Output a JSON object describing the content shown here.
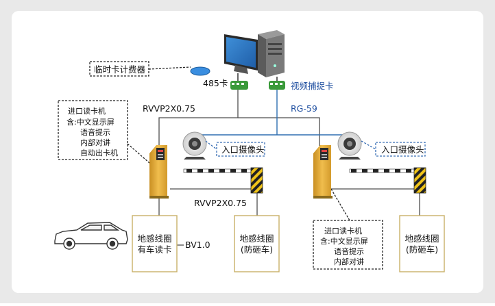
{
  "labels": {
    "temp_card_counter": "临时卡计费器",
    "card485": "485卡",
    "video_capture_card": "视频捕捉卡",
    "rvvp_top": "RVVP2X0.75",
    "rg59": "RG-59",
    "rvvp_mid": "RVVP2X0.75",
    "bv": "BV1.0"
  },
  "entrance_reader_left": {
    "title": "进口读卡机",
    "lines": [
      "含:中文显示屏",
      "语音提示",
      "内部对讲",
      "自动出卡机"
    ]
  },
  "entrance_reader_right": {
    "title": "进口读卡机",
    "lines": [
      "含:中文显示屏",
      "语音提示",
      "内部对讲"
    ]
  },
  "cameras": {
    "left": "入口摄像头",
    "right": "入口摄像头"
  },
  "loops": {
    "left_reader": [
      "地感线圈",
      "有车读卡"
    ],
    "left_barrier": [
      "地感线圈",
      "(防砸车)"
    ],
    "right_barrier": [
      "地感线圈",
      "(防砸车)"
    ]
  },
  "colors": {
    "background": "#e9e9e9",
    "panel": "#ffffff",
    "line": "#4d4d4d",
    "blue_line": "#2e6fb0",
    "dashed_blue": "#3a6fb5",
    "box_border": "#c9b068",
    "kiosk": "#e3ad39",
    "barrier_yellow": "#f0c419",
    "barrier_black": "#222222",
    "board_green": "#3a9a3a"
  }
}
